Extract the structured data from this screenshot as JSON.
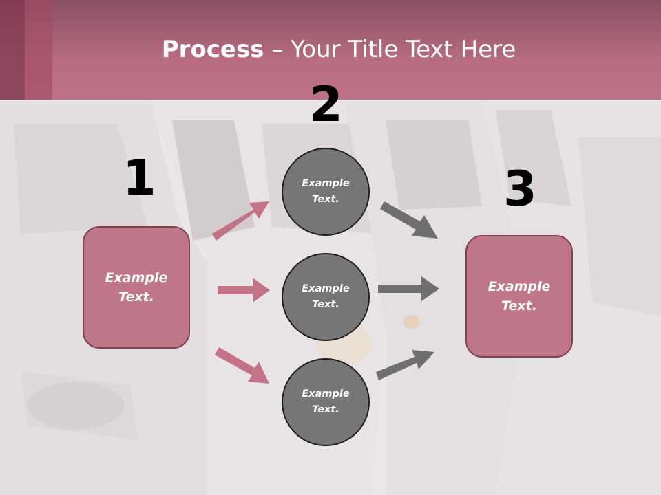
{
  "slide": {
    "title_bold": "Process",
    "title_rest": " – Your Title Text Here"
  },
  "diagram": {
    "steps": [
      "1",
      "2",
      "3"
    ],
    "left_box": "Example Text.",
    "right_box": "Example Text.",
    "circles": [
      "Example Text.",
      "Example Text.",
      "Example Text."
    ],
    "colors": {
      "header": "#b76c80",
      "box_fill": "#bf7689",
      "box_border": "#7e4353",
      "circle_fill": "#767676",
      "pink_arrow": "#c27385",
      "gray_arrow": "#6f6f6f"
    }
  }
}
